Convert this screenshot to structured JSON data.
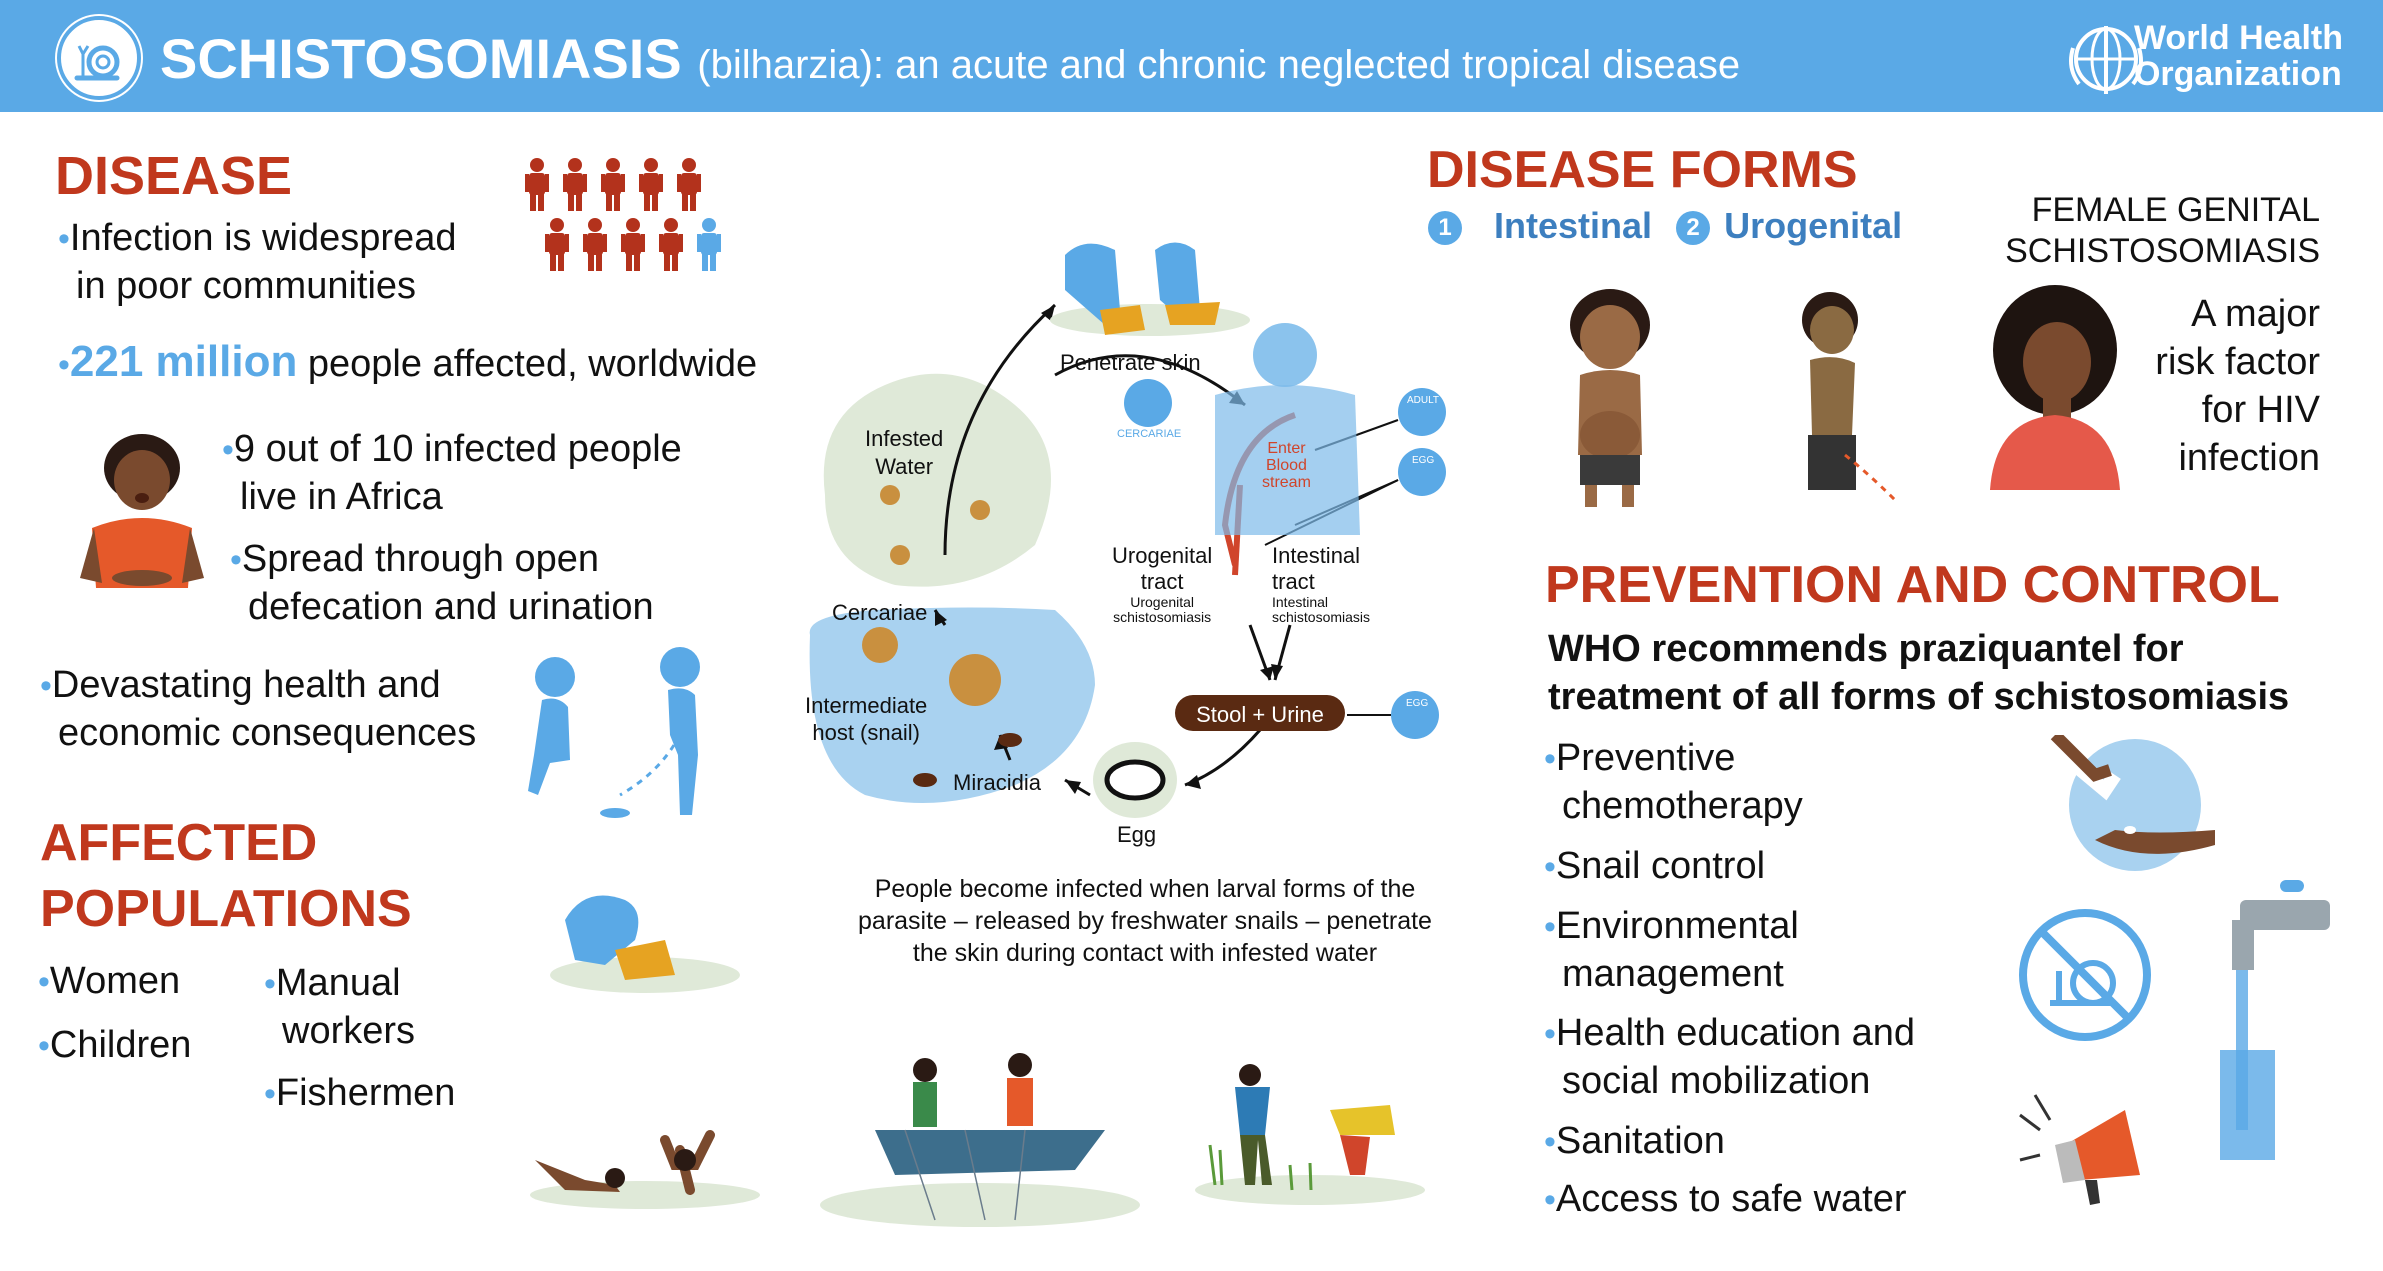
{
  "header": {
    "title_main": "SCHISTOSOMIASIS",
    "title_sub": "(bilharzia): an acute and chronic neglected tropical disease",
    "org_line1": "World Health",
    "org_line2": "Organization"
  },
  "disease": {
    "heading": "DISEASE",
    "b1_l1": "Infection is widespread",
    "b1_l2": "in poor communities",
    "b2_num": "221 million",
    "b2_rest": "people affected, worldwide",
    "b3_l1": "9 out of 10 infected people",
    "b3_l2": "live in Africa",
    "b4_l1": "Spread through open",
    "b4_l2": "defecation and urination",
    "b5_l1": "Devastating health and",
    "b5_l2": "economic consequences"
  },
  "affected": {
    "heading_l1": "AFFECTED",
    "heading_l2": "POPULATIONS",
    "women": "Women",
    "children": "Children",
    "manual_l1": "Manual",
    "manual_l2": "workers",
    "fishermen": "Fishermen"
  },
  "cycle": {
    "penetrate": "Penetrate skin",
    "cercariae_small": "CERCARIAE",
    "infested_l1": "Infested",
    "infested_l2": "Water",
    "cercariae": "Cercariae",
    "host_l1": "Intermediate",
    "host_l2": "host (snail)",
    "miracidia": "Miracidia",
    "egg": "Egg",
    "enter_l1": "Enter",
    "enter_l2": "Blood",
    "enter_l3": "stream",
    "adult": "ADULT",
    "egg_small": "EGG",
    "egg_small2": "EGG",
    "uro_l1": "Urogenital",
    "uro_l2": "tract",
    "uro_s1": "Urogenital",
    "uro_s2": "schistosomiasis",
    "int_l1": "Intestinal",
    "int_l2": "tract",
    "int_s1": "Intestinal",
    "int_s2": "schistosomiasis",
    "stool": "Stool + Urine",
    "desc_l1": "People become infected when larval forms of the",
    "desc_l2": "parasite – released by freshwater snails – penetrate",
    "desc_l3": "the skin during contact with infested water"
  },
  "forms": {
    "heading": "DISEASE FORMS",
    "n1": "1",
    "f1": "Intestinal",
    "n2": "2",
    "f2": "Urogenital",
    "fgs_l1": "FEMALE GENITAL",
    "fgs_l2": "SCHISTOSOMIASIS",
    "risk_l1": "A major",
    "risk_l2": "risk factor",
    "risk_l3": "for HIV",
    "risk_l4": "infection"
  },
  "prevention": {
    "heading": "PREVENTION AND CONTROL",
    "rec_l1": "WHO recommends praziquantel for",
    "rec_l2": "treatment of all forms of schistosomiasis",
    "p1_l1": "Preventive",
    "p1_l2": "chemotherapy",
    "p2": "Snail control",
    "p3_l1": "Environmental",
    "p3_l2": "management",
    "p4_l1": "Health education and",
    "p4_l2": "social mobilization",
    "p5": "Sanitation",
    "p6": "Access to safe water"
  },
  "colors": {
    "header_blue": "#5aa9e6",
    "heading_red": "#c0381d",
    "person_red": "#b3321c",
    "light_blue": "#7ebbea",
    "water_green": "#dfe9d8",
    "stool_brown": "#5a2a12"
  }
}
